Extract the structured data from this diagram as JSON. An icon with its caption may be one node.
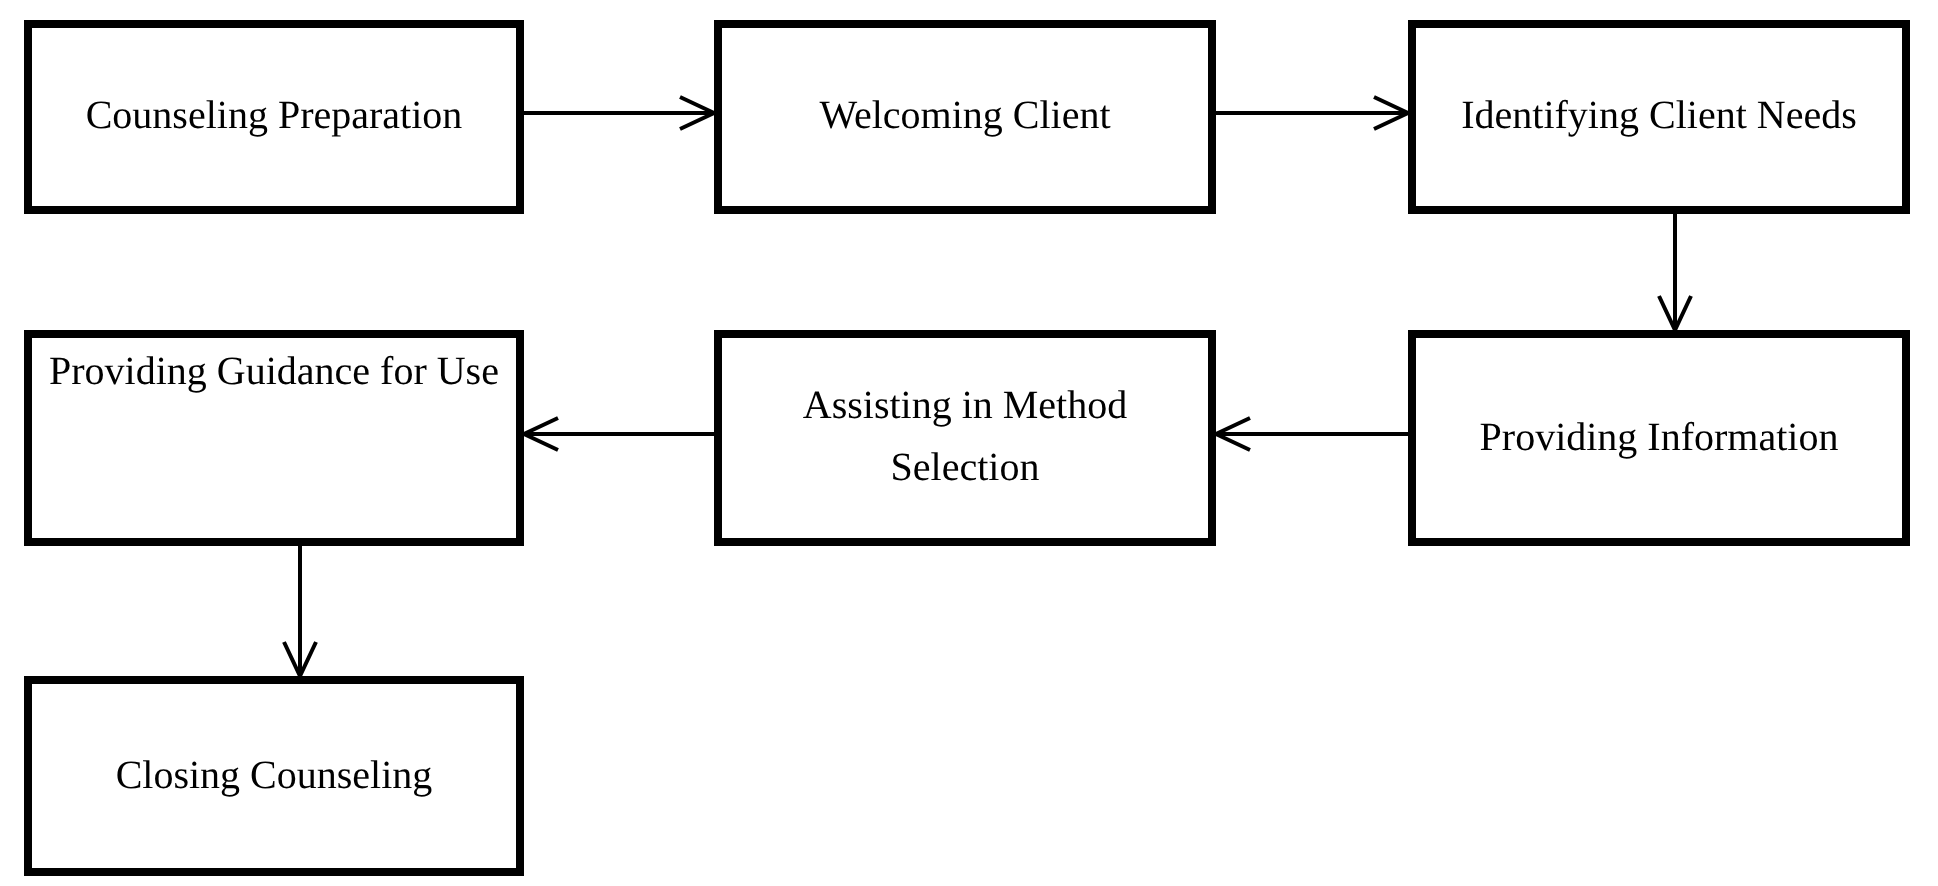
{
  "diagram": {
    "nodes": [
      {
        "text": [
          "Counseling Preparation"
        ]
      },
      {
        "text": [
          "Welcoming Client"
        ]
      },
      {
        "text": [
          "Identifying Client Needs"
        ]
      },
      {
        "text": [
          "Providing Information"
        ]
      },
      {
        "text": [
          "Assisting in Method Selection"
        ]
      },
      {
        "text": [
          "Providing Guidance for Use"
        ]
      },
      {
        "text": [
          "Closing Counseling"
        ]
      }
    ],
    "edges": [
      {
        "from": 0,
        "to": 1,
        "arrow": "to"
      },
      {
        "from": 1,
        "to": 2,
        "arrow": "to"
      },
      {
        "from": 2,
        "to": 3,
        "arrow": "to"
      },
      {
        "from": 3,
        "to": 4,
        "arrow": "to"
      },
      {
        "from": 4,
        "to": 5,
        "arrow": "to"
      },
      {
        "from": 5,
        "to": 6,
        "arrow": "to"
      }
    ]
  }
}
